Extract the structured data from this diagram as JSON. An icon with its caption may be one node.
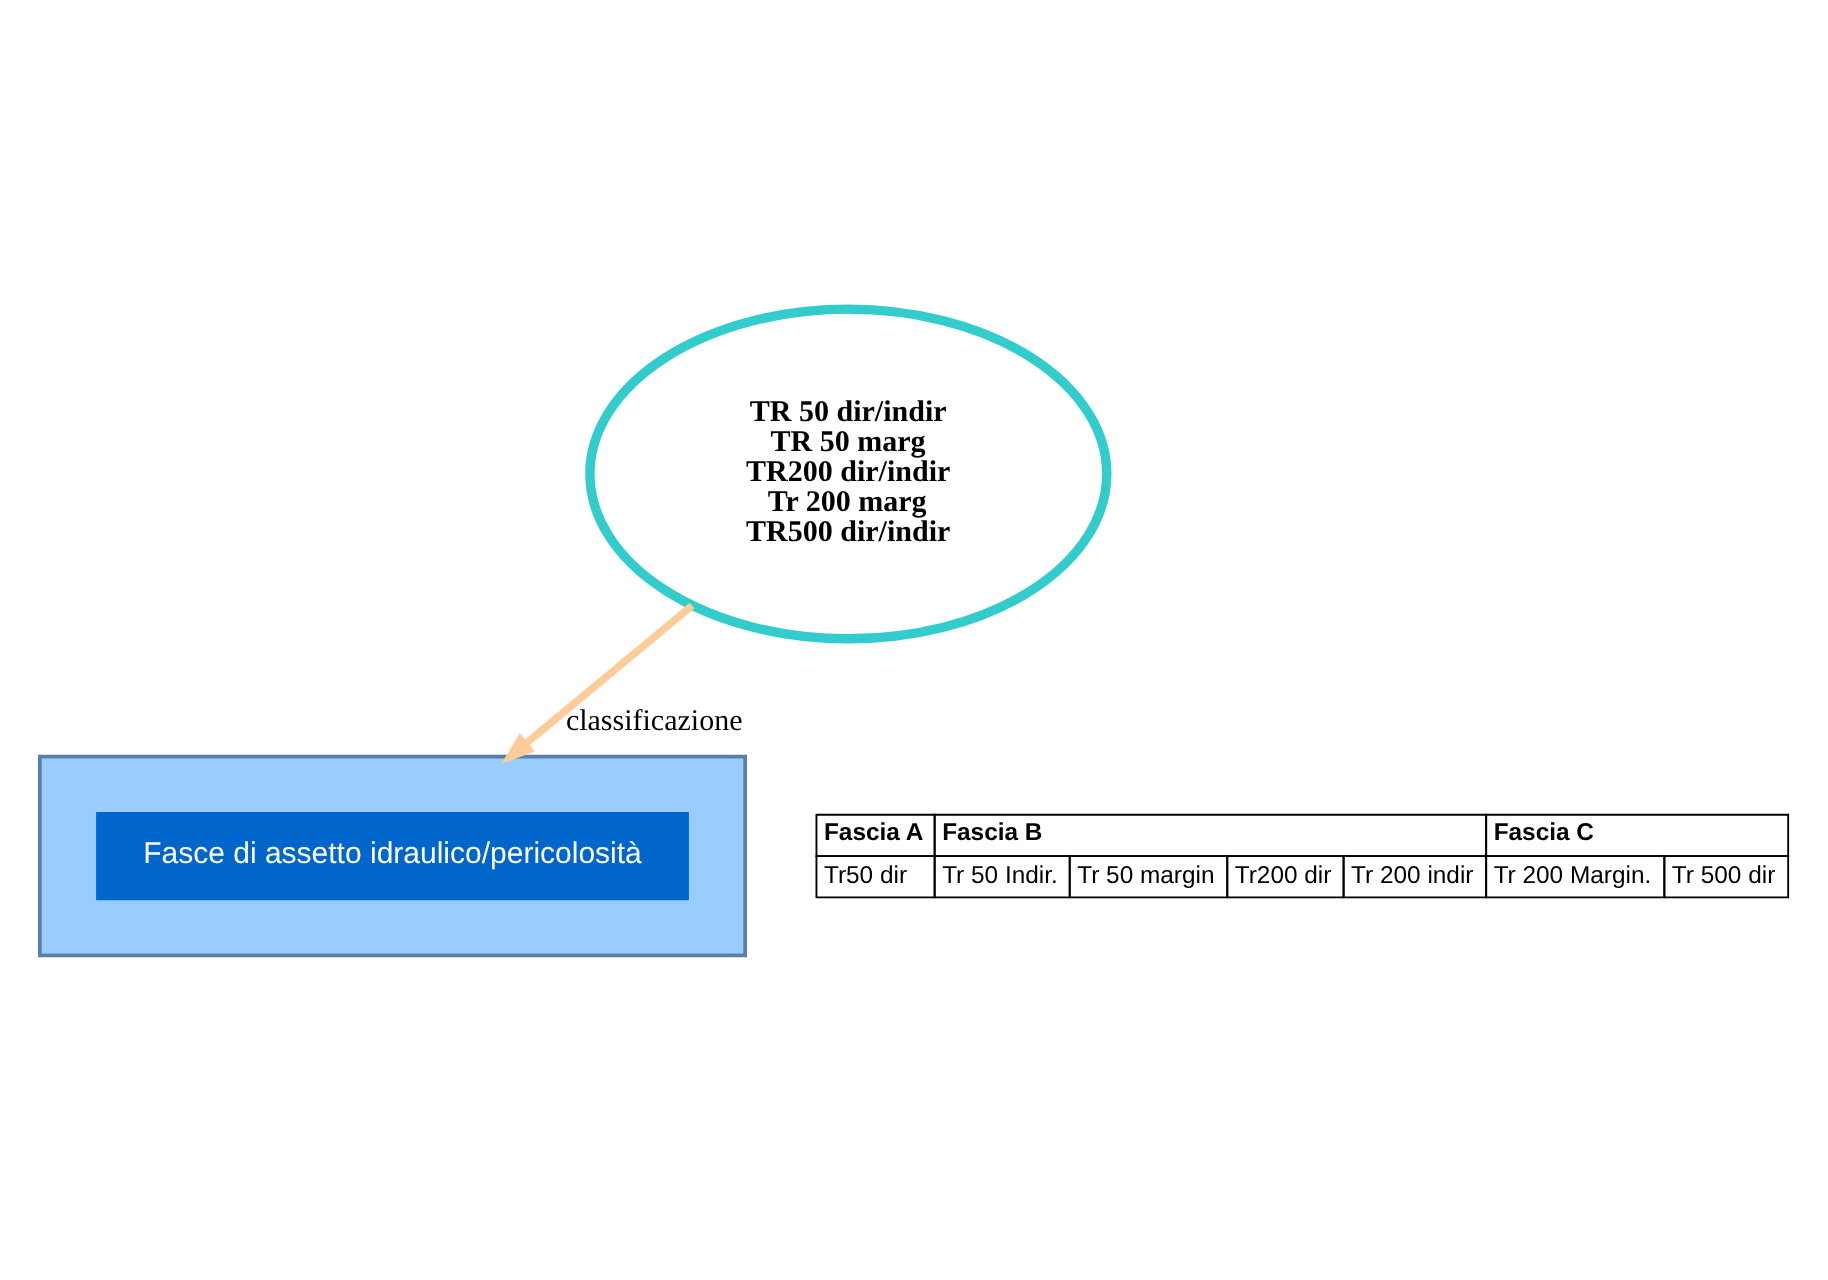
{
  "diagram": {
    "nodes": [
      {
        "text": [
          "TR 50 dir/indir",
          "TR 50 marg",
          "TR200 dir/indir",
          "Tr 200 marg",
          "TR500 dir/indir"
        ]
      },
      {
        "text": [],
        "shape": "box"
      },
      {
        "text": [
          "Fasce di assetto idraulico/pericolosità"
        ],
        "in": 1
      }
    ],
    "edges": [
      {
        "from": 0,
        "to": 1,
        "arrow": "to",
        "label": "classificazione",
        "color": "#ffcc99"
      }
    ],
    "labels": [
      "Fascia A",
      "Fascia B",
      "Fascia C",
      "Tr50 dir",
      "Tr 50 Indir.",
      "Tr 50 margin",
      "Tr200 dir",
      "Tr 200 indir",
      "Tr 200 Margin.",
      "Tr 500 dir"
    ]
  }
}
